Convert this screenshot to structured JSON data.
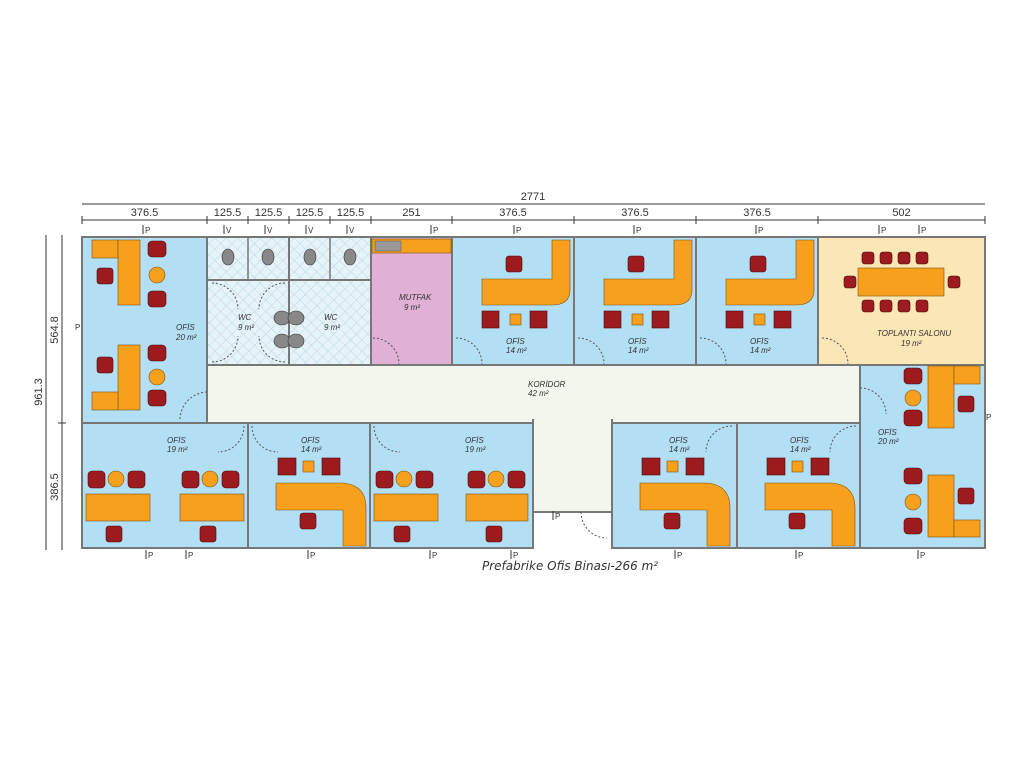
{
  "title": "Prefabrike Ofis Binası-266 m²",
  "dimensions": {
    "total_width": "2771",
    "top": [
      "376.5",
      "125.5",
      "125.5",
      "125.5",
      "125.5",
      "251",
      "376.5",
      "376.5",
      "376.5",
      "502"
    ],
    "total_height": "961.3",
    "left": [
      "564.8",
      "386.5"
    ]
  },
  "window_label": "P",
  "wc_window_label": "V",
  "rooms": {
    "ofis_left": {
      "name": "OFİS",
      "area": "20 m²"
    },
    "wc1": {
      "name": "WC",
      "area": "9 m²"
    },
    "wc2": {
      "name": "WC",
      "area": "9 m²"
    },
    "mutfak": {
      "name": "MUTFAK",
      "area": "9 m²"
    },
    "ofis_t1": {
      "name": "OFİS",
      "area": "14 m²"
    },
    "ofis_t2": {
      "name": "OFİS",
      "area": "14 m²"
    },
    "ofis_t3": {
      "name": "OFİS",
      "area": "14 m²"
    },
    "toplanti": {
      "name": "TOPLANTI SALONU",
      "area": "19 m²"
    },
    "koridor": {
      "name": "KORİDOR",
      "area": "42 m²"
    },
    "ofis_b1": {
      "name": "OFİS",
      "area": "19 m²"
    },
    "ofis_b2": {
      "name": "OFİS",
      "area": "14 m²"
    },
    "ofis_b3": {
      "name": "OFİS",
      "area": "19 m²"
    },
    "ofis_b4": {
      "name": "OFİS",
      "area": "14 m²"
    },
    "ofis_b5": {
      "name": "OFİS",
      "area": "14 m²"
    },
    "ofis_right": {
      "name": "OFİS",
      "area": "20 m²"
    }
  },
  "colors": {
    "office": "#b3dff5",
    "corridor": "#f1f7ec",
    "kitchen": "#e0b0d6",
    "meeting": "#fbe6b5",
    "wc": "#e6f3f8",
    "desk": "#f7a01e",
    "chair": "#9b1b1e"
  }
}
